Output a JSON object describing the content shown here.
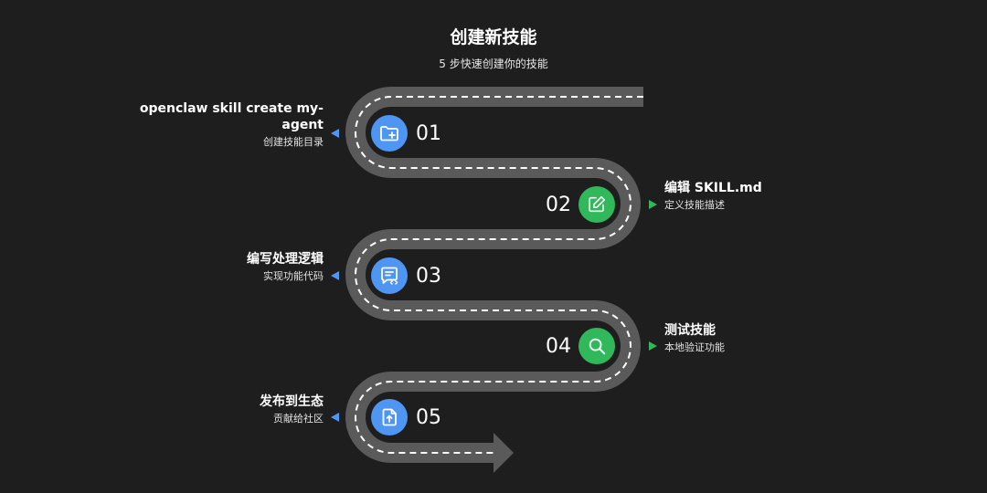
{
  "header": {
    "title": "创建新技能",
    "subtitle": "5 步快速创建你的技能"
  },
  "steps": [
    {
      "number": "01",
      "title": "openclaw skill create my-agent",
      "desc": "创建技能目录",
      "icon": "folder-plus-icon",
      "color": "#4f95f2",
      "side": "left"
    },
    {
      "number": "02",
      "title": "编辑 SKILL.md",
      "desc": "定义技能描述",
      "icon": "edit-icon",
      "color": "#31b85b",
      "side": "right"
    },
    {
      "number": "03",
      "title": "编写处理逻辑",
      "desc": "实现功能代码",
      "icon": "code-message-icon",
      "color": "#4f95f2",
      "side": "left"
    },
    {
      "number": "04",
      "title": "测试技能",
      "desc": "本地验证功能",
      "icon": "search-icon",
      "color": "#31b85b",
      "side": "right"
    },
    {
      "number": "05",
      "title": "发布到生态",
      "desc": "贡献给社区",
      "icon": "file-upload-icon",
      "color": "#4f95f2",
      "side": "left"
    }
  ],
  "colors": {
    "background": "#1e1e1e",
    "road": "#5a5a5a",
    "road_dash": "#ffffff",
    "blue": "#4f95f2",
    "green": "#31b85b"
  }
}
